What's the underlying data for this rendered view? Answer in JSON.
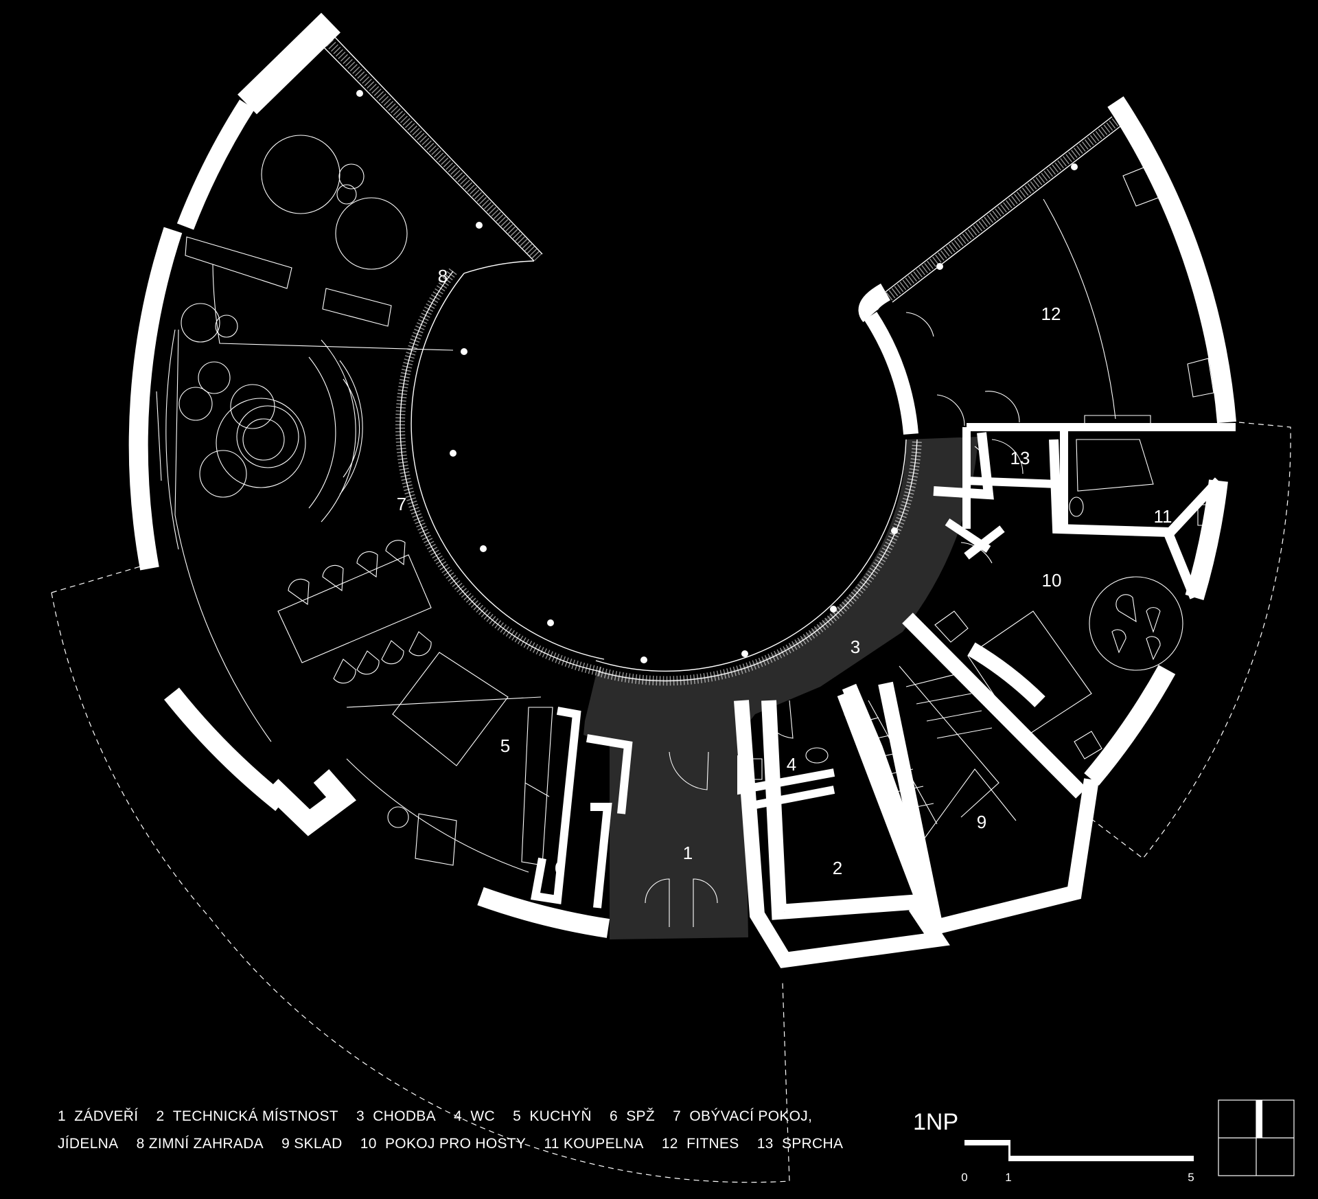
{
  "rooms": [
    {
      "num": "1",
      "name": "ZÁDVEŘÍ"
    },
    {
      "num": "2",
      "name": "TECHNICKÁ MÍSTNOST"
    },
    {
      "num": "3",
      "name": "CHODBA"
    },
    {
      "num": "4",
      "name": "WC"
    },
    {
      "num": "5",
      "name": "KUCHYŇ"
    },
    {
      "num": "6",
      "name": "SPŽ"
    },
    {
      "num": "7",
      "name": "OBÝVACÍ POKOJ,"
    },
    {
      "num": "8",
      "name": "ZIMNÍ ZAHRADA"
    },
    {
      "num": "9",
      "name": "SKLAD"
    },
    {
      "num": "10",
      "name": "POKOJ PRO HOSTY"
    },
    {
      "num": "11",
      "name": "KOUPELNA"
    },
    {
      "num": "12",
      "name": "FITNES"
    },
    {
      "num": "13",
      "name": "SPRCHA"
    }
  ],
  "legend_line2_prefix": "JÍDELNA",
  "level": "1NP",
  "scale": {
    "labels": [
      "0",
      "1",
      "5"
    ]
  },
  "colors": {
    "background": "#000000",
    "wall": "#ffffff",
    "line": "#ffffff",
    "corridor": "#2b2b2b"
  }
}
